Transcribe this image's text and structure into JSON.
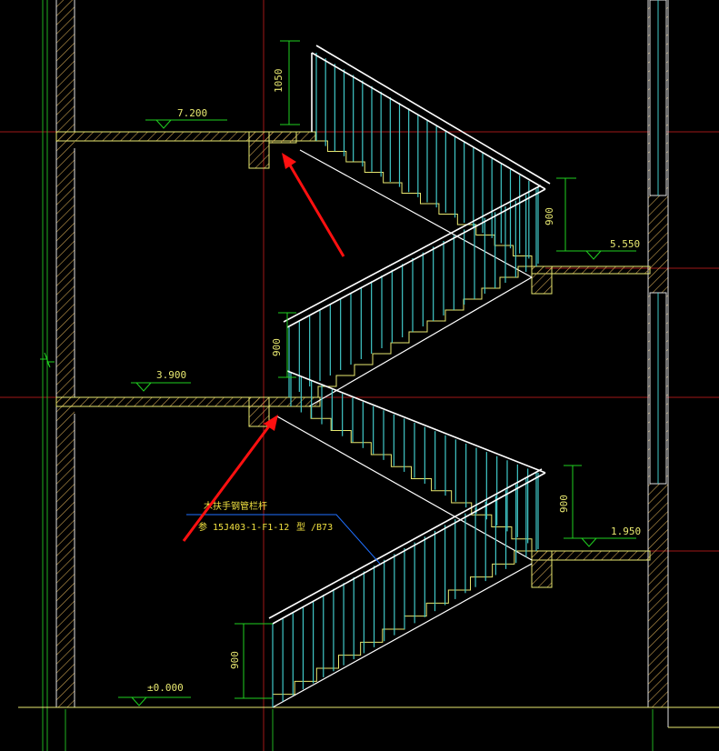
{
  "drawing": {
    "elevations": {
      "level_top": "7.200",
      "level_upper_landing": "5.550",
      "level_mid": "3.900",
      "level_lower_landing": "1.950",
      "level_ground": "±0.000"
    },
    "dimensions": {
      "rail_height_top": "1050",
      "rail_height_upper_landing": "900",
      "rail_height_mid_left": "900",
      "rail_height_lower_landing": "900",
      "rail_height_bottom": "900"
    },
    "annotation": {
      "title": "木扶手钢管栏杆",
      "reference": "参 15J403-1-F1-12",
      "page": "型 /B73"
    },
    "colors": {
      "background": "#000000",
      "wall_lines": "#ffffff",
      "section_lines": "#e8e870",
      "hatch": "#c8a050",
      "balusters": "#40c8c8",
      "dimension_lines": "#20d020",
      "axis_lines": "#c02020",
      "annotation_text": "#f0e040",
      "leader_line": "#2070ff",
      "arrows": "#ff1010"
    }
  }
}
